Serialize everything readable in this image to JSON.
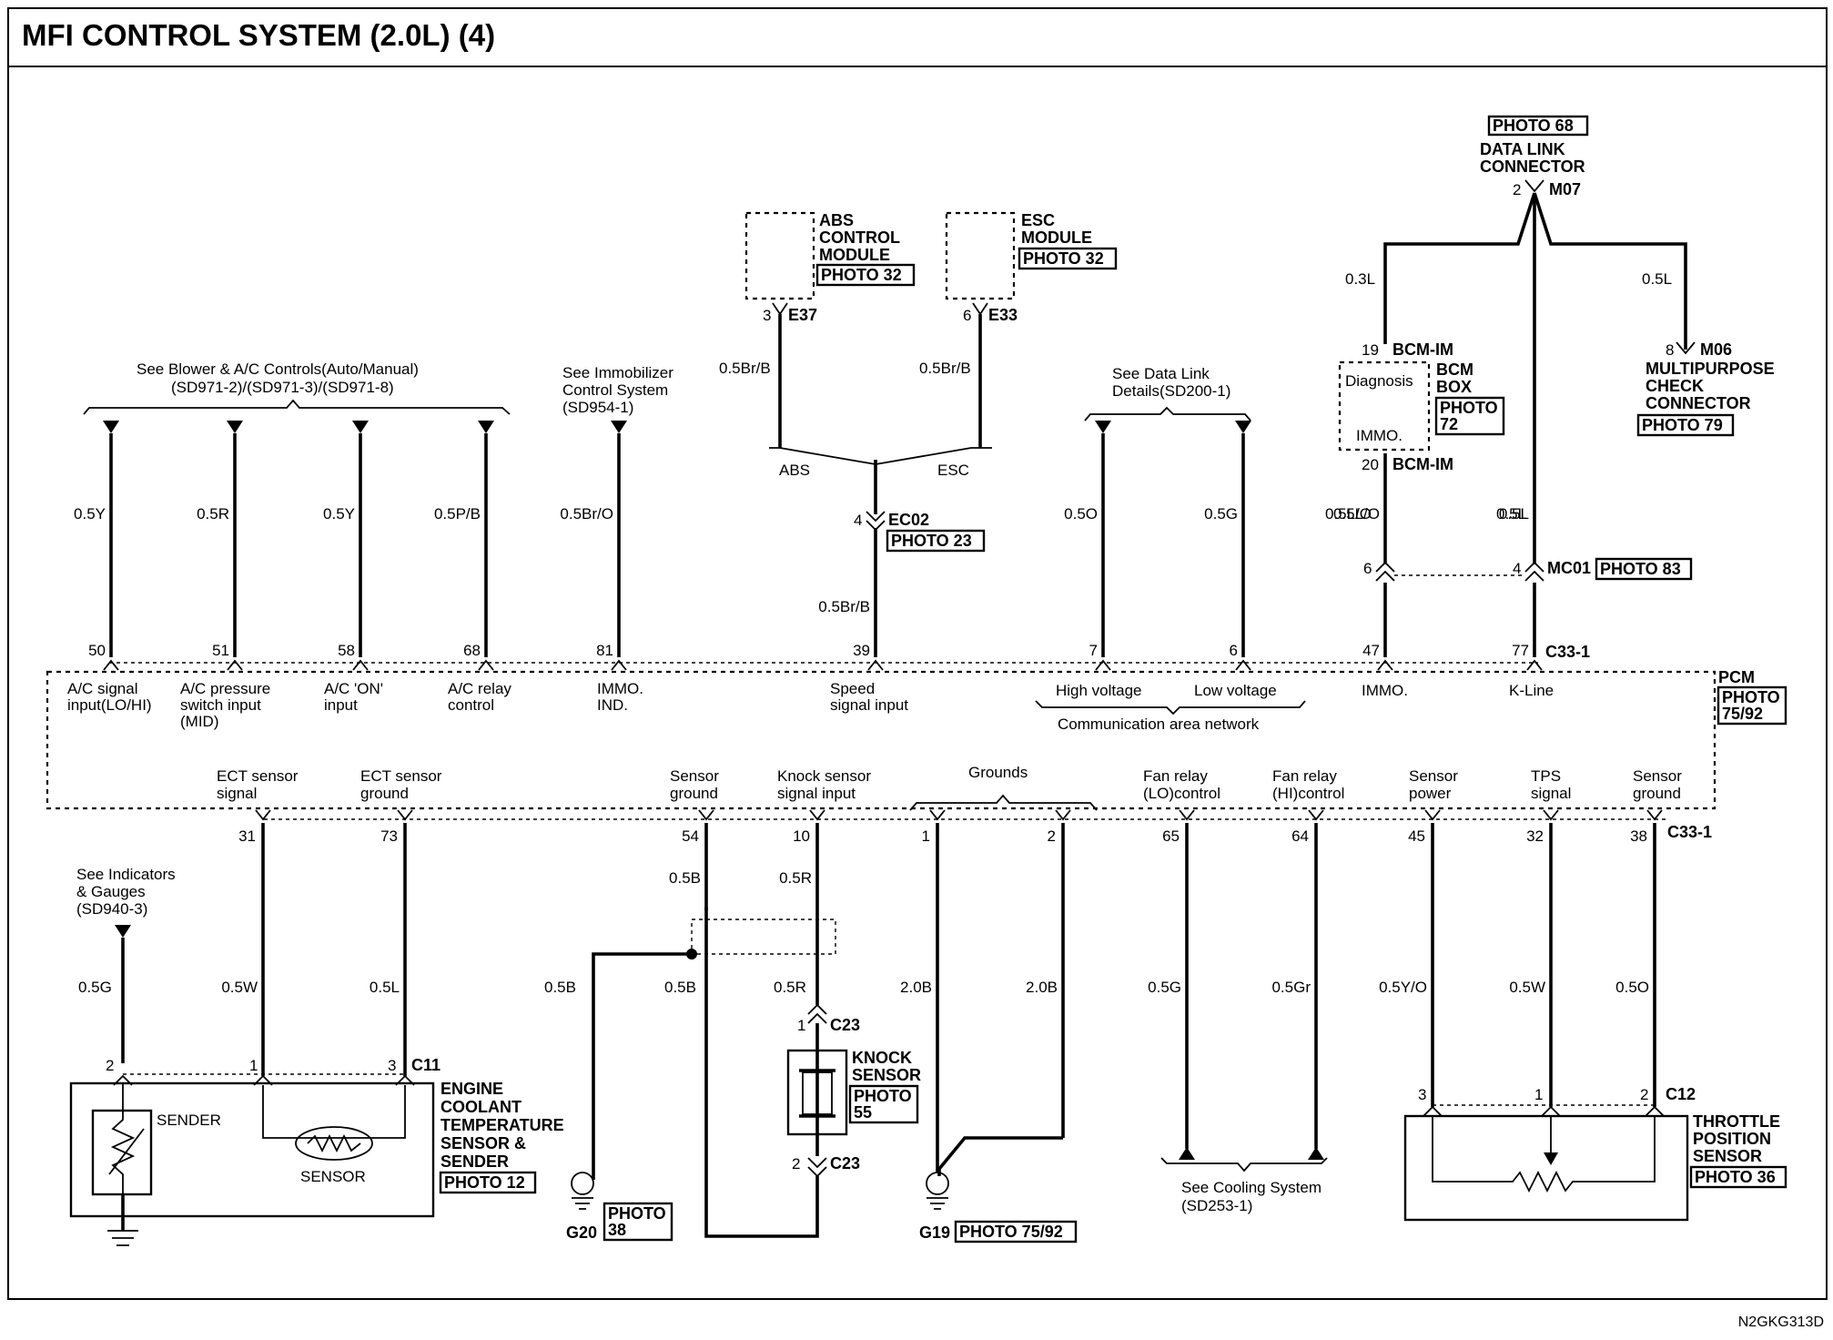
{
  "title": "MFI CONTROL SYSTEM (2.0L) (4)",
  "footer_code": "N2GKG313D",
  "components": {
    "abs": {
      "lines": [
        "ABS",
        "CONTROL",
        "MODULE"
      ],
      "photo": "PHOTO 32",
      "pin": "3",
      "connector": "E37",
      "wire": "0.5Br/B",
      "branch": "ABS"
    },
    "esc": {
      "lines": [
        "ESC",
        "MODULE"
      ],
      "photo": "PHOTO 32",
      "pin": "6",
      "connector": "E33",
      "wire": "0.5Br/B",
      "branch": "ESC"
    },
    "dlc": {
      "photo": "PHOTO 68",
      "lines": [
        "DATA LINK",
        "CONNECTOR"
      ],
      "pin": "2",
      "connector": "M07"
    },
    "bcm": {
      "lines": [
        "BCM",
        "BOX"
      ],
      "photo_lines": [
        "PHOTO",
        "72"
      ],
      "inner": [
        "Diagnosis",
        "IMMO."
      ],
      "pin_top": "19",
      "pin_bottom": "20",
      "connector": "BCM-IM",
      "wire_top": "0.3L",
      "wire_bottom": "0.5L/O"
    },
    "mpc": {
      "pin": "8",
      "connector": "M06",
      "lines": [
        "MULTIPURPOSE",
        "CHECK",
        "CONNECTOR"
      ],
      "photo": "PHOTO 79",
      "wire": "0.5L"
    },
    "ec02": {
      "pin": "4",
      "connector": "EC02",
      "photo": "PHOTO 23",
      "wire": "0.5Br/B"
    },
    "mc01": {
      "pin_left": "6",
      "pin_right": "4",
      "connector": "MC01",
      "photo": "PHOTO 83"
    },
    "pcm": {
      "label": "PCM",
      "photo_lines": [
        "PHOTO",
        "75/92"
      ],
      "connector": "C33-1",
      "can_label": "Communication area network"
    },
    "ect": {
      "lines": [
        "ENGINE",
        "COOLANT",
        "TEMPERATURE",
        "SENSOR &",
        "SENDER"
      ],
      "photo": "PHOTO 12",
      "connector": "C11",
      "sender": "SENDER",
      "sensor": "SENSOR",
      "pins": [
        "2",
        "1",
        "3"
      ]
    },
    "knock": {
      "lines": [
        "KNOCK",
        "SENSOR"
      ],
      "photo_lines": [
        "PHOTO",
        "55"
      ],
      "pin_top": "1",
      "pin_bottom": "2",
      "connector": "C23"
    },
    "tps": {
      "lines": [
        "THROTTLE",
        "POSITION",
        "SENSOR"
      ],
      "photo": "PHOTO 36",
      "connector": "C12",
      "pins": [
        "3",
        "1",
        "2"
      ]
    },
    "g20": {
      "name": "G20",
      "photo_lines": [
        "PHOTO",
        "38"
      ]
    },
    "g19": {
      "name": "G19",
      "photo": "PHOTO 75/92"
    }
  },
  "refs": {
    "blower": [
      "See Blower & A/C Controls(Auto/Manual)",
      "(SD971-2)/(SD971-3)/(SD971-8)"
    ],
    "immo": [
      "See Immobilizer",
      "Control System",
      "(SD954-1)"
    ],
    "datalink": [
      "See Data Link",
      "Details(SD200-1)"
    ],
    "indicators": [
      "See Indicators",
      "& Gauges",
      "(SD940-3)"
    ],
    "cooling": [
      "See Cooling System",
      "(SD253-1)"
    ]
  },
  "top_circuits": [
    {
      "pin": "50",
      "wire": "0.5Y",
      "label": [
        "A/C signal",
        "input(LO/HI)"
      ]
    },
    {
      "pin": "51",
      "wire": "0.5R",
      "label": [
        "A/C pressure",
        "switch input",
        "(MID)"
      ]
    },
    {
      "pin": "58",
      "wire": "0.5Y",
      "label": [
        "A/C 'ON'",
        "input"
      ]
    },
    {
      "pin": "68",
      "wire": "0.5P/B",
      "label": [
        "A/C relay",
        "control"
      ]
    },
    {
      "pin": "81",
      "wire": "0.5Br/O",
      "label": [
        "IMMO.",
        "IND."
      ]
    },
    {
      "pin": "39",
      "wire": "0.5Br/B",
      "label": [
        "Speed",
        "signal input"
      ]
    },
    {
      "pin": "7",
      "wire": "0.5O",
      "label": [
        "High voltage"
      ]
    },
    {
      "pin": "6",
      "wire": "0.5G",
      "label": [
        "Low voltage"
      ]
    },
    {
      "pin": "47",
      "wire": "0.5L/O",
      "label": [
        "IMMO."
      ]
    },
    {
      "pin": "77",
      "wire": "0.5L",
      "label": [
        "K-Line"
      ]
    }
  ],
  "upper_wires": {
    "immo_bcm": "0.5L/O",
    "kline_dlc": "0.5L"
  },
  "bottom_circuits": [
    {
      "pin": "31",
      "wire": "0.5W",
      "label": [
        "ECT sensor",
        "signal"
      ]
    },
    {
      "pin": "73",
      "wire": "0.5L",
      "label": [
        "ECT sensor",
        "ground"
      ]
    },
    {
      "pin": "54",
      "wire": "0.5B",
      "label": [
        "Sensor",
        "ground"
      ]
    },
    {
      "pin": "10",
      "wire": "0.5R",
      "label": [
        "Knock sensor",
        "signal input"
      ]
    },
    {
      "pin": "1",
      "wire": "2.0B",
      "label": []
    },
    {
      "pin": "2",
      "wire": "2.0B",
      "label": []
    },
    {
      "pin": "65",
      "wire": "0.5G",
      "label": [
        "Fan relay",
        "(LO)control"
      ]
    },
    {
      "pin": "64",
      "wire": "0.5Gr",
      "label": [
        "Fan relay",
        "(HI)control"
      ]
    },
    {
      "pin": "45",
      "wire": "0.5Y/O",
      "label": [
        "Sensor",
        "power"
      ]
    },
    {
      "pin": "32",
      "wire": "0.5W",
      "label": [
        "TPS",
        "signal"
      ]
    },
    {
      "pin": "38",
      "wire": "0.5O",
      "label": [
        "Sensor",
        "ground"
      ]
    }
  ],
  "grounds_label": "Grounds",
  "misc_wires": {
    "indicator_wire": "0.5G",
    "g20_wire": "0.5B",
    "shield_wire": "0.5B",
    "knock_lower": "0.5R"
  }
}
